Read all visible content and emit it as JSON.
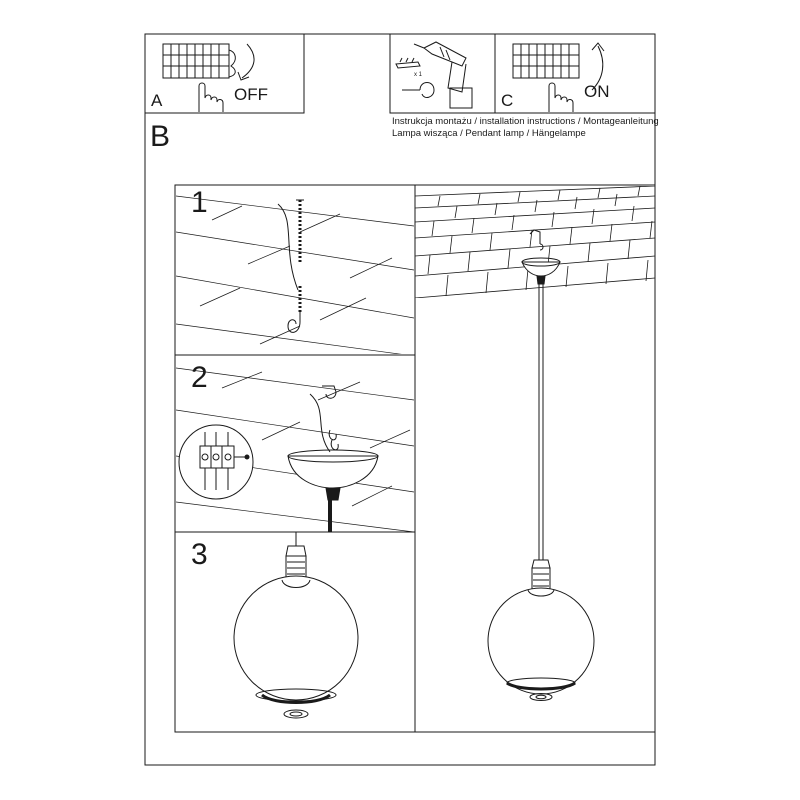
{
  "header": {
    "title_line1": "Instrukcja montażu / installation instructions / Montageanleitung",
    "title_line2": "Lampa wisząca / Pendant lamp / Hängelampe"
  },
  "boxes": {
    "a": {
      "letter": "A",
      "label": "OFF"
    },
    "tool": {
      "quantity": "x 1"
    },
    "c": {
      "letter": "C",
      "label": "ON"
    }
  },
  "section_b": {
    "letter": "B"
  },
  "steps": [
    {
      "number": "1"
    },
    {
      "number": "2"
    },
    {
      "number": "3"
    }
  ],
  "colors": {
    "line": "#1a1a1a",
    "background": "#ffffff"
  }
}
